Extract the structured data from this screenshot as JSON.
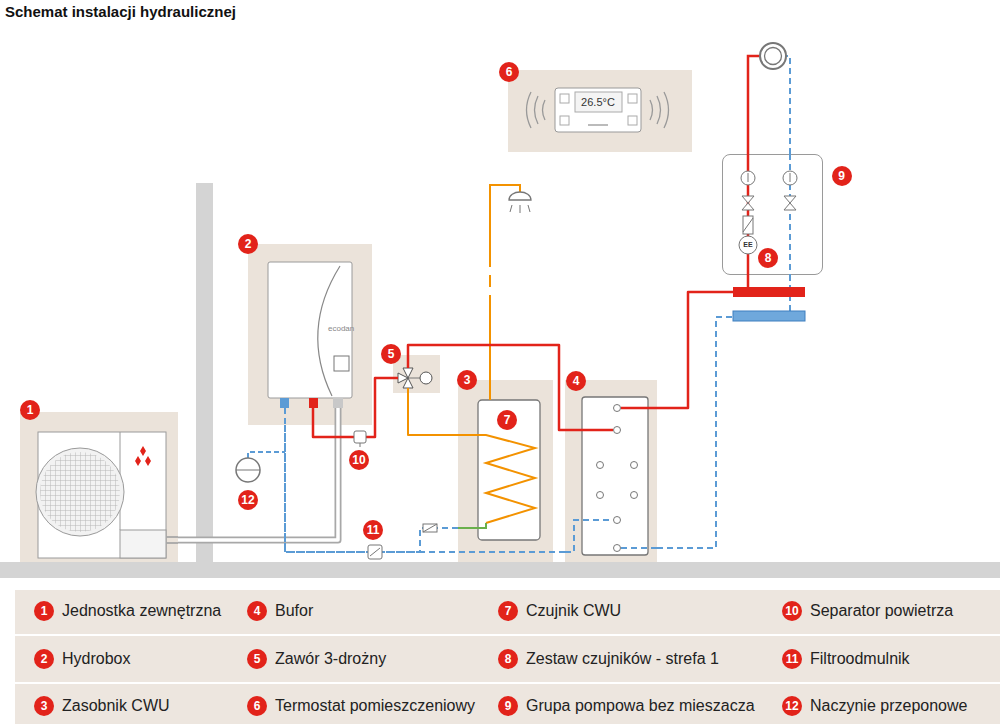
{
  "diagram": {
    "title": "Schemat instalacji hydraulicznej",
    "nodes": [
      {
        "text": [
          "1"
        ]
      },
      {
        "text": [
          "2"
        ]
      },
      {
        "text": [
          "3"
        ]
      },
      {
        "text": [
          "4"
        ]
      },
      {
        "text": [
          "5"
        ]
      },
      {
        "text": [
          "6"
        ]
      },
      {
        "text": [
          "9"
        ]
      }
    ],
    "edges": [
      {
        "from": 0,
        "to": 1,
        "arrow": "none"
      },
      {
        "from": 1,
        "to": 4,
        "arrow": "none"
      },
      {
        "from": 4,
        "to": 2,
        "arrow": "none"
      },
      {
        "from": 4,
        "to": 3,
        "arrow": "none"
      },
      {
        "from": 3,
        "to": 6,
        "arrow": "none"
      },
      {
        "from": 6,
        "to": 3,
        "arrow": "none"
      },
      {
        "from": 3,
        "to": 1,
        "arrow": "none"
      },
      {
        "from": 2,
        "to": 1,
        "arrow": "none"
      }
    ],
    "labels": [
      "ecodan",
      "26.5°C",
      "EE",
      "7",
      "8",
      "10",
      "11",
      "12",
      "1",
      "2",
      "3",
      "4",
      "5",
      "6",
      "7",
      "8",
      "9",
      "10",
      "11",
      "12"
    ],
    "legend": [
      {
        "text": "Jednostka zewnętrzna"
      },
      {
        "text": "Hydrobox"
      },
      {
        "text": "Zasobnik CWU"
      },
      {
        "text": "Bufor"
      },
      {
        "text": "Zawór 3-drożny"
      },
      {
        "text": "Termostat pomieszczeniowy"
      },
      {
        "text": "Czujnik CWU"
      },
      {
        "text": "Zestaw czujników - strefa 1"
      },
      {
        "text": "Grupa pompowa bez mieszacza"
      },
      {
        "text": "Separator powietrza"
      },
      {
        "text": "Filtroodmulnik"
      },
      {
        "text": "Naczynie przeponowe"
      }
    ]
  }
}
